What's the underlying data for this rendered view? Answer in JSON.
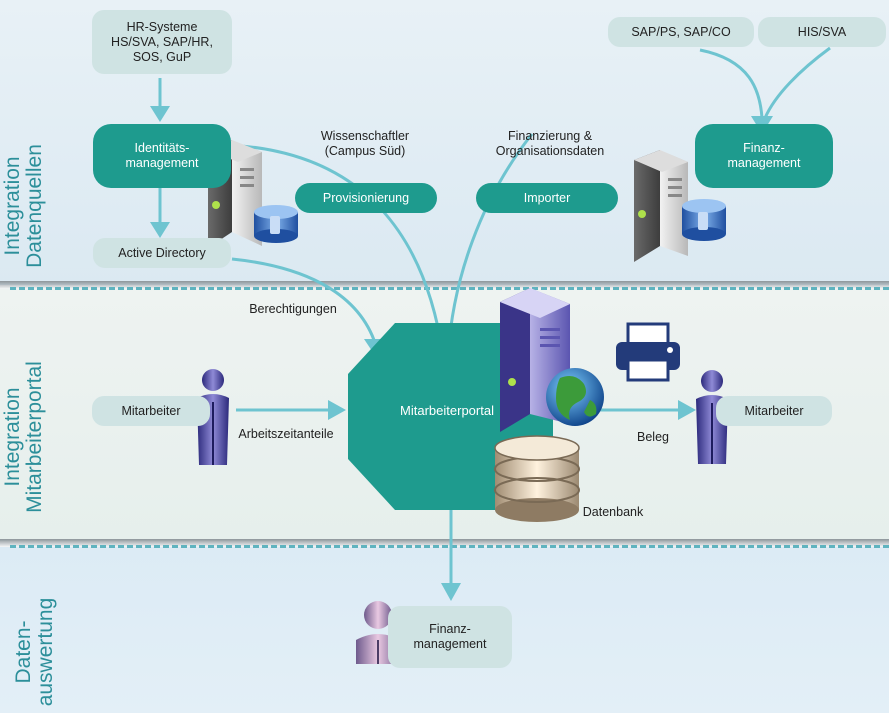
{
  "sections": {
    "top": "Integration\nDatenquellen",
    "middle": "Integration\nMitarbeiterportal",
    "bottom": "Daten-\nauswertung"
  },
  "nodes": {
    "hr_systeme": "HR-Systeme\nHS/SVA, SAP/HR,\nSOS, GuP",
    "identitaetsmanagement": "Identitäts-\nmanagement",
    "active_directory": "Active Directory",
    "provisionierung": "Provisionierung",
    "importer": "Importer",
    "sap": "SAP/PS, SAP/CO",
    "his": "HIS/SVA",
    "finanzmanagement_top": "Finanz-\nmanagement",
    "mitarbeiter_left": "Mitarbeiter",
    "mitarbeiterportal": "Mitarbeiterportal",
    "mitarbeiter_right": "Mitarbeiter",
    "finanzmanagement_bottom": "Finanz-\nmanagement",
    "datenbank": "Datenbank"
  },
  "edge_labels": {
    "wissenschaftler": "Wissenschaftler\n(Campus Süd)",
    "finanzierung": "Finanzierung &\nOrganisationsdaten",
    "berechtigungen": "Berechtigungen",
    "arbeitszeitanteile": "Arbeitszeitanteile",
    "beleg": "Beleg"
  },
  "colors": {
    "teal": "#1e9b8e",
    "light_node": "#cfe3e3",
    "arrow": "#6ec4d0",
    "section_label": "#2c8f9a"
  }
}
